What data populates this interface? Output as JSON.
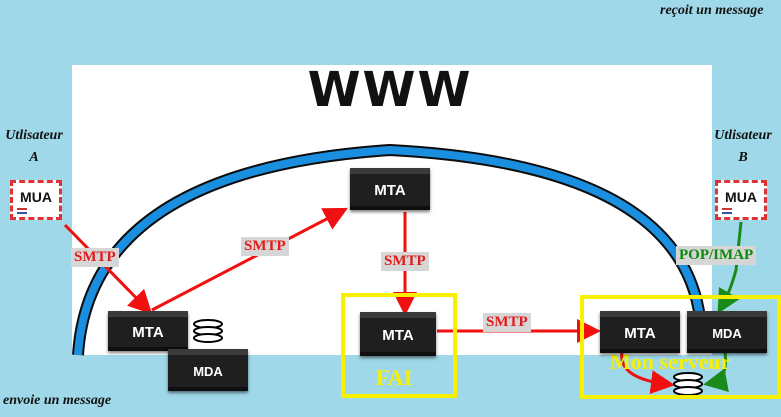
{
  "title": "WWW",
  "notes": {
    "top_right": "reçoit un message",
    "bottom_left": "envoie un message"
  },
  "users": {
    "a": {
      "line1": "Utlisateur",
      "line2": "A",
      "client": "MUA"
    },
    "b": {
      "line1": "Utlisateur",
      "line2": "B",
      "client": "MUA"
    }
  },
  "nodes": {
    "mta_sender": "MTA",
    "mda_sender": "MDA",
    "mta_internet": "MTA",
    "mta_fai": "MTA",
    "mta_server": "MTA",
    "mda_server": "MDA"
  },
  "protocols": {
    "smtp_a": "SMTP",
    "smtp_internet": "SMTP",
    "smtp_down": "SMTP",
    "smtp_server": "SMTP",
    "pop_imap": "POP/IMAP"
  },
  "groups": {
    "fai": "FAI",
    "server": "Mon serveur"
  },
  "colors": {
    "background": "#9fd8e8",
    "arc": "#1a8fe0",
    "arrow_red": "#f01010",
    "arrow_green": "#1a8a1a",
    "frame": "#f7f000"
  }
}
